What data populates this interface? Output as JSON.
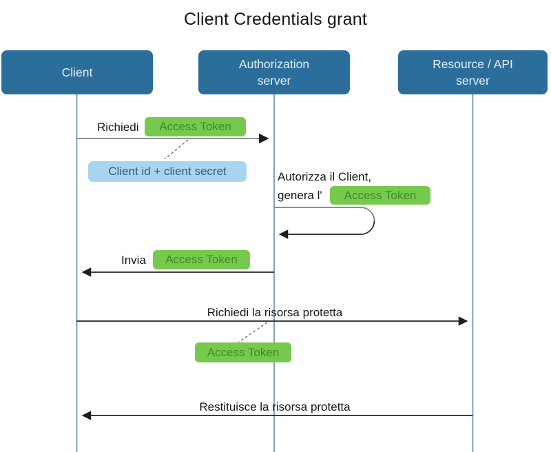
{
  "title": "Client Credentials grant",
  "colors": {
    "actor_bg": "#2c6e9b",
    "actor_text": "#e3eef7",
    "lifeline": "#5d8fb0",
    "token_bg": "#77c94e",
    "token_text": "#3c8a27",
    "note_bg": "#a8d4ef",
    "note_text": "#2c6080",
    "line_dark": "#222222",
    "line_gray": "#808080"
  },
  "actors": [
    {
      "id": "client",
      "label": "Client"
    },
    {
      "id": "authorization-server",
      "label": "Authorization\nserver"
    },
    {
      "id": "resource-api-server",
      "label": "Resource / API\nserver"
    }
  ],
  "messages": {
    "request_token": {
      "label": "Richiedi",
      "token": "Access Token"
    },
    "credentials_note": {
      "text": "Client id + client secret"
    },
    "authorize_self": {
      "line1": "Autorizza il Client,",
      "line2": "genera l'",
      "token": "Access Token"
    },
    "send_token": {
      "label": "Invia",
      "token": "Access Token"
    },
    "request_resource": {
      "text": "Richiedi la risorsa protetta"
    },
    "resource_token_note": {
      "token": "Access Token"
    },
    "return_resource": {
      "text": "Restituisce la risorsa protetta"
    }
  }
}
